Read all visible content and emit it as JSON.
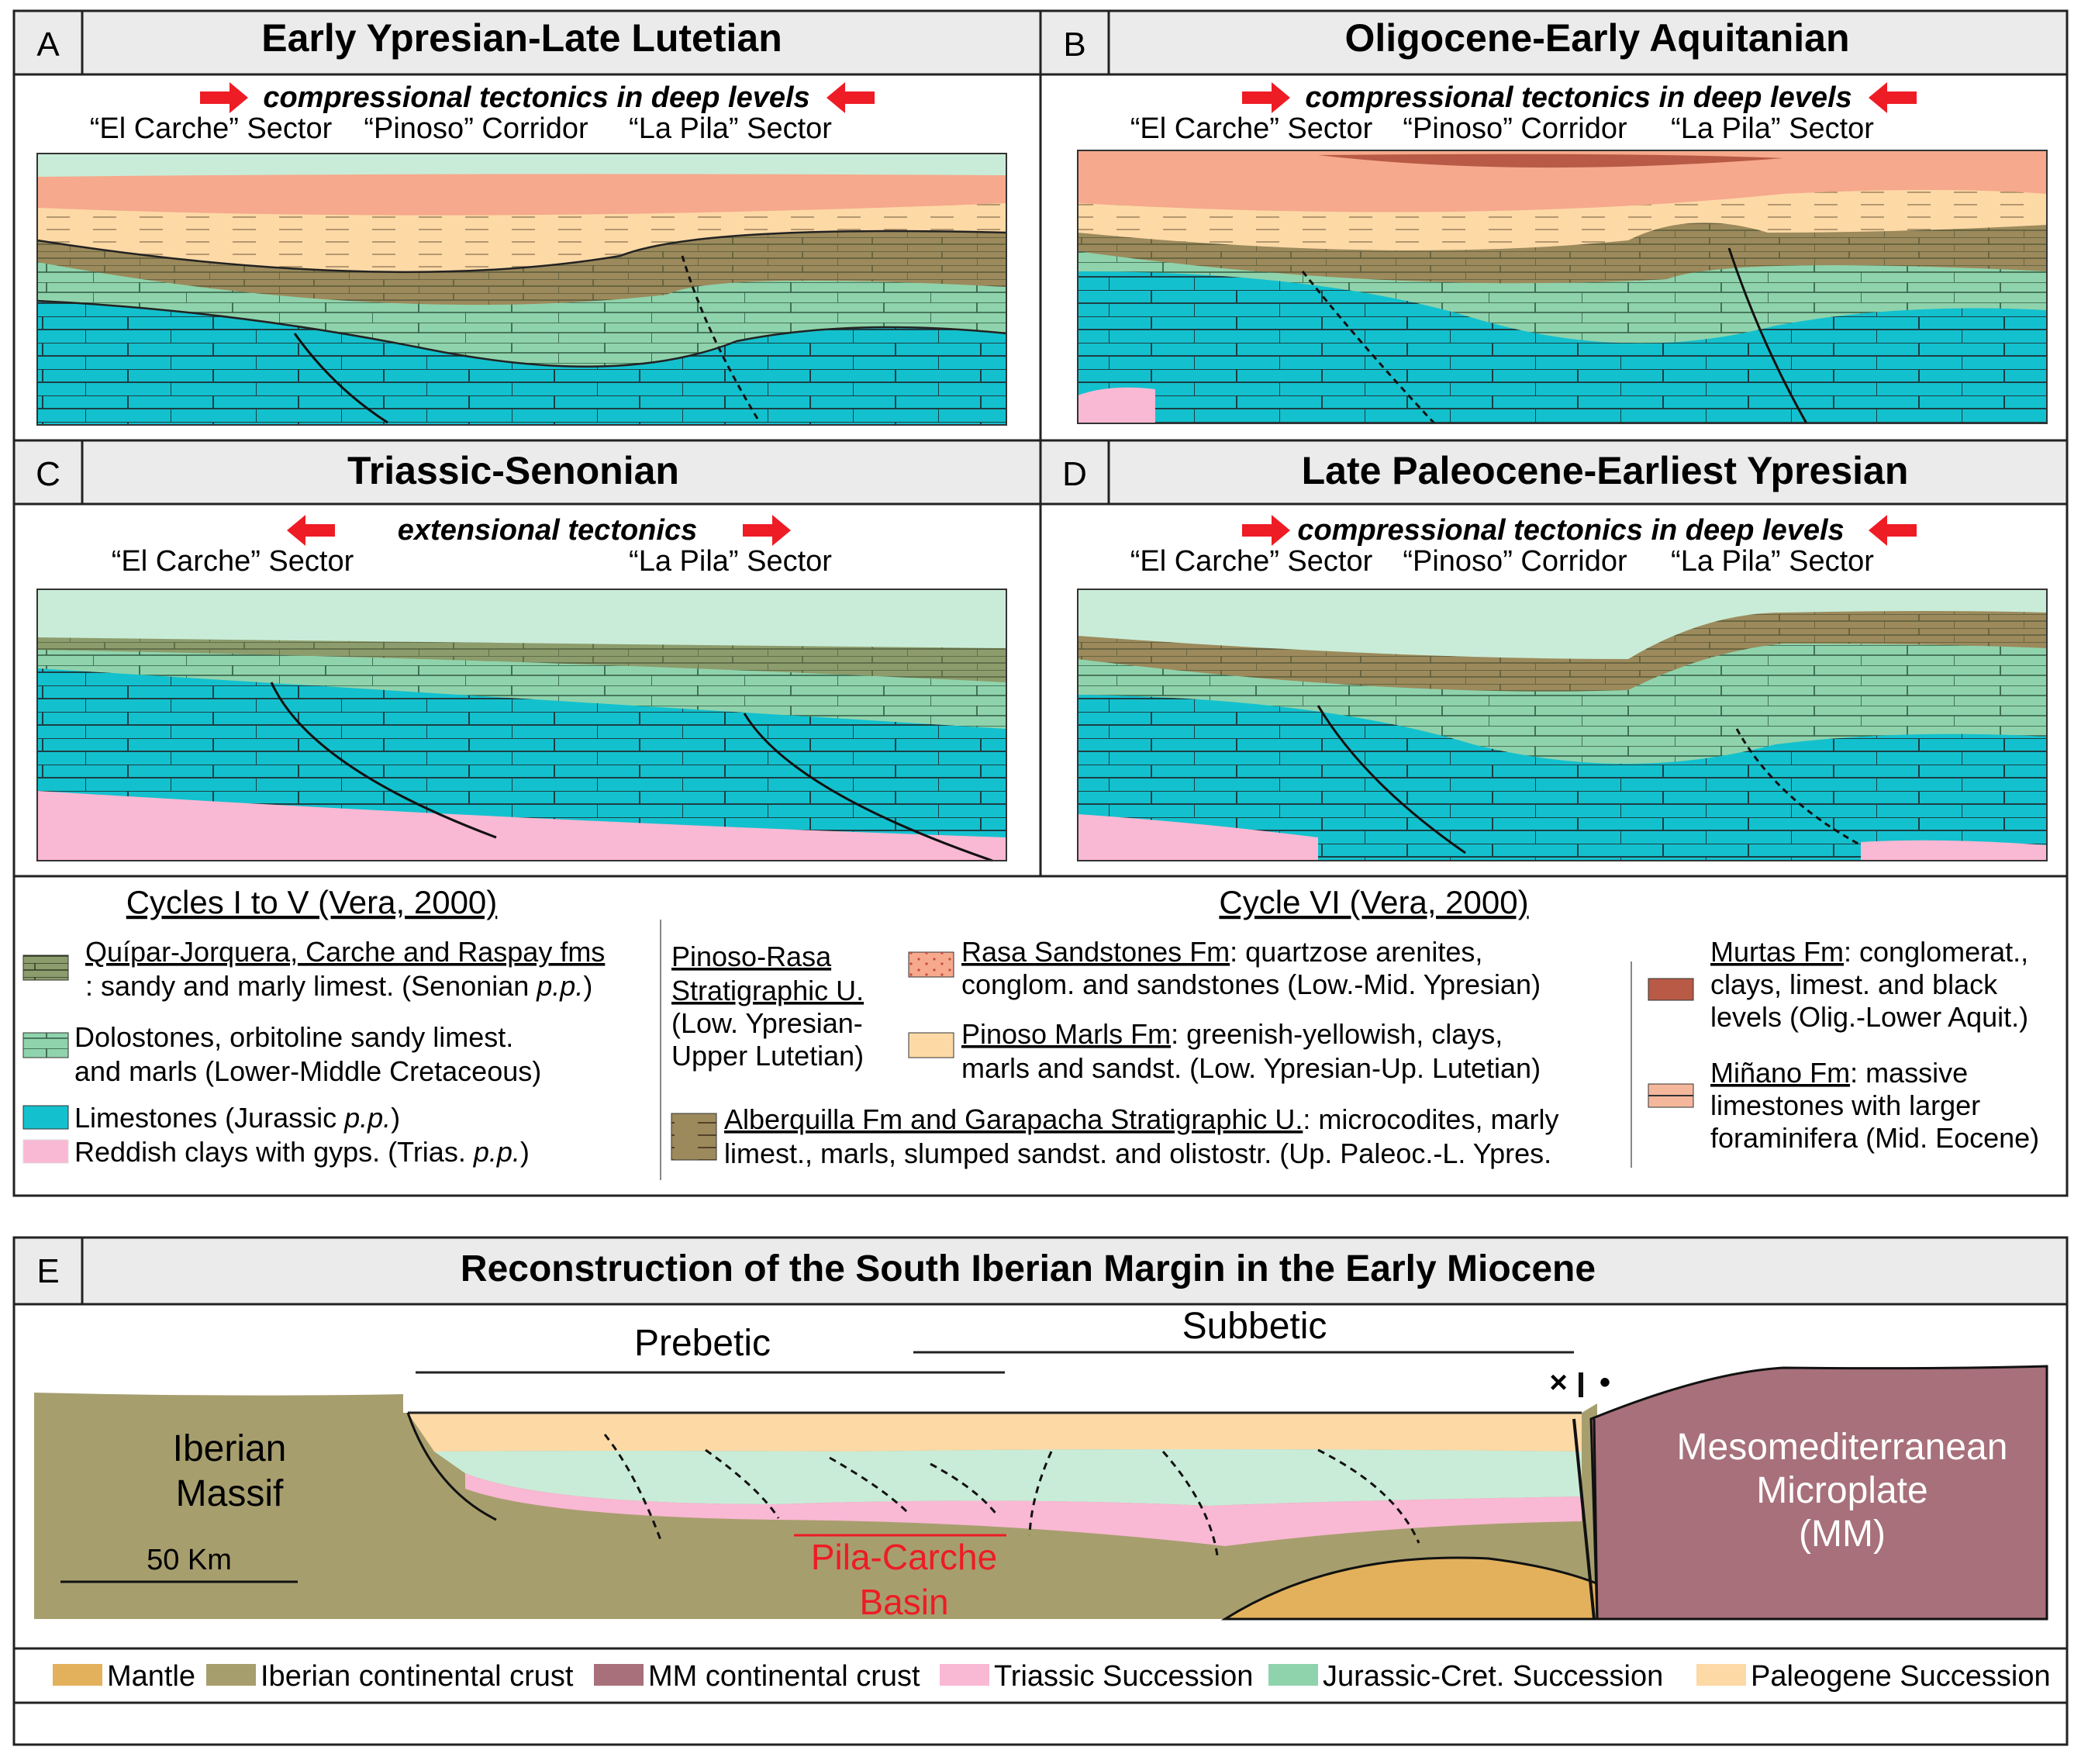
{
  "colors": {
    "paleogene": "#fdd9a6",
    "rasa": "#f6a98c",
    "murtas": "#b85a45",
    "minano": "#f5b79c",
    "alberquilla": "#9c8a5c",
    "senonian": "#8c9c6c",
    "cretaceous": "#8fd3ac",
    "jurassic": "#13c1ce",
    "trias": "#f9b8d3",
    "sea": "#c9ecd8",
    "mantle": "#e3b15c",
    "iberian_crust": "#a79e6e",
    "mm_crust": "#a7707a",
    "red_arrow": "#ee1c25",
    "pila_red": "#ed1c24"
  },
  "panels": {
    "A": {
      "letter": "A",
      "title": "Early Ypresian-Late Lutetian",
      "tectonics": "compressional tectonics in deep levels",
      "sectors": [
        "“El Carche” Sector",
        "“Pinoso” Corridor",
        "“La Pila” Sector"
      ]
    },
    "B": {
      "letter": "B",
      "title": "Oligocene-Early Aquitanian",
      "tectonics": "compressional tectonics in deep levels",
      "sectors": [
        "“El Carche” Sector",
        "“Pinoso” Corridor",
        "“La Pila” Sector"
      ]
    },
    "C": {
      "letter": "C",
      "title": "Triassic-Senonian",
      "tectonics": "extensional tectonics",
      "sectors": [
        "“El Carche” Sector",
        "“La Pila” Sector"
      ]
    },
    "D": {
      "letter": "D",
      "title": "Late Paleocene-Earliest Ypresian",
      "tectonics": "compressional tectonics in deep levels",
      "sectors": [
        "“El Carche” Sector",
        "“Pinoso” Corridor",
        "“La Pila” Sector"
      ]
    }
  },
  "legend": {
    "cycles_1_5": "Cycles I to V (Vera, 2000)",
    "cycle_6": "Cycle VI (Vera, 2000)",
    "quipar": {
      "name": "Quípar-Jorquera, Carche and Raspay fms",
      "desc": ": sandy and marly limest. (Senonian ",
      "pp": "p.p.",
      "end": ")"
    },
    "dolostones": {
      "line1": "Dolostones, orbitoline sandy limest.",
      "line2": "and marls (Lower-Middle Cretaceous)"
    },
    "limestones": {
      "text": "Limestones (Jurassic ",
      "pp": "p.p.",
      "end": ")"
    },
    "reddish": {
      "text": "Reddish clays with gyps. (Trias. ",
      "pp": "p.p.",
      "end": ")"
    },
    "pinoso_rasa": {
      "line1": "Pinoso-Rasa",
      "line2": "Stratigraphic U.",
      "line3": "(Low. Ypresian-",
      "line4": "Upper Lutetian)"
    },
    "rasa": {
      "name": "Rasa Sandstones Fm",
      "line1": ": quartzose arenites,",
      "line2": "conglom. and sandstones (Low.-Mid. Ypresian)"
    },
    "pinoso_marls": {
      "name": "Pinoso Marls Fm",
      "line1": ": greenish-yellowish, clays,",
      "line2": "marls and sandst. (Low. Ypresian-Up. Lutetian)"
    },
    "alberquilla": {
      "name": "Alberquilla Fm and Garapacha Stratigraphic U.",
      "line1": ": microcodites, marly",
      "line2": "limest., marls, slumped sandst. and olistostr. (Up. Paleoc.-L. Ypres."
    },
    "murtas": {
      "name": "Murtas Fm",
      "line1": ": conglomerat.,",
      "line2": "clays, limest. and black",
      "line3": "levels (Olig.-Lower Aquit.)"
    },
    "minano": {
      "name": "Miñano Fm",
      "line1": ": massive",
      "line2": "limestones with larger",
      "line3": "foraminifera (Mid. Eocene)"
    }
  },
  "panel_e": {
    "letter": "E",
    "title": "Reconstruction of the South Iberian Margin in the Early Miocene",
    "prebetic": "Prebetic",
    "subbetic": "Subbetic",
    "iberian": [
      "Iberian",
      "Massif"
    ],
    "mm": [
      "Mesomediterranean",
      "Microplate",
      "(MM)"
    ],
    "scale": "50 Km",
    "basin": [
      "Pila-Carche",
      "Basin"
    ],
    "fault_symbols": [
      "×",
      "•"
    ]
  },
  "bottom_legend": [
    "Mantle",
    "Iberian continental crust",
    "MM continental crust",
    "Triassic Succession",
    "Jurassic-Cret. Succession",
    "Paleogene Succession"
  ]
}
